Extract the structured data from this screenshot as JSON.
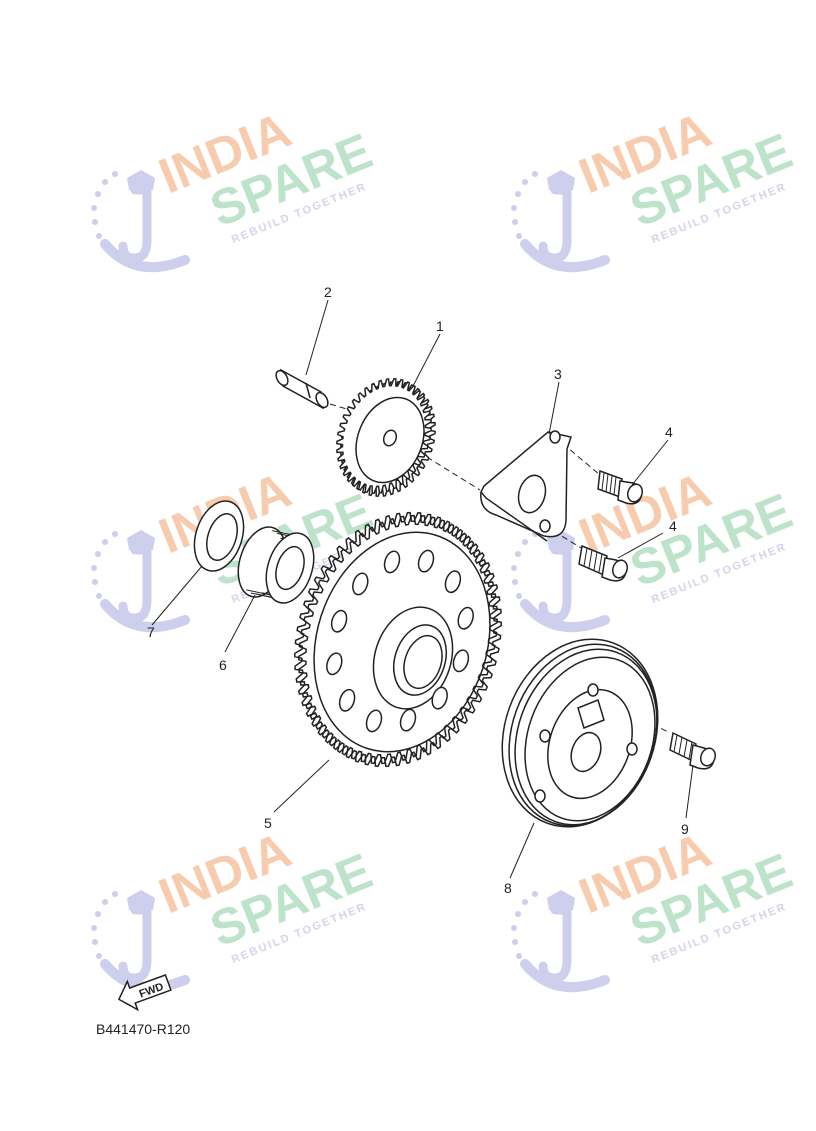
{
  "watermark": {
    "line1": "INDIA",
    "line2": "SPARE",
    "tagline": "REBUILD TOGETHER",
    "colors": {
      "india": "#f7c7a6",
      "spare": "#b6e0c6",
      "tagline": "#cfcfe8",
      "logo": "#c9c9ec"
    }
  },
  "callouts": [
    "1",
    "2",
    "3",
    "4",
    "4",
    "5",
    "6",
    "7",
    "8",
    "9"
  ],
  "fwd_label": "FWD",
  "diagram_code": "B441470-R120",
  "colors": {
    "line": "#222222"
  }
}
